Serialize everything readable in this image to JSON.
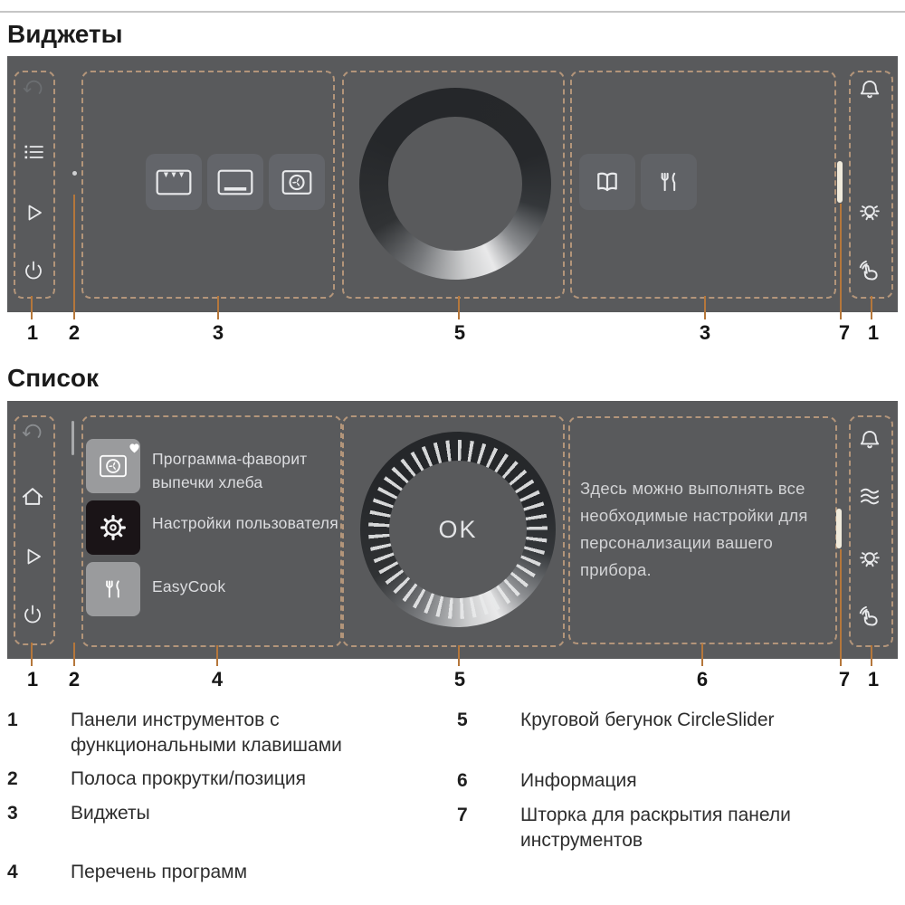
{
  "colors": {
    "panel_bg": "#595a5c",
    "dashed_border": "#b3957a",
    "leader_line": "#b5773b",
    "widget_button_bg": "#63656a",
    "program_button_light": "#9a9b9d",
    "program_button_dark": "#1a1417",
    "shutter_bar": "#f0ebdc",
    "title_color": "#1b1b1b"
  },
  "icons": [
    "back-icon",
    "list-icon",
    "play-icon",
    "power-icon",
    "home-icon",
    "bell-icon",
    "steam-icon",
    "light-icon",
    "hand-gesture-icon",
    "oven-top-heat-icon",
    "oven-bottom-heat-icon",
    "fan-icon",
    "book-icon",
    "cutlery-icon",
    "gear-icon",
    "heart-icon"
  ],
  "sections": {
    "widgets": {
      "title": "Виджеты",
      "callouts": [
        "1",
        "2",
        "3",
        "5",
        "3",
        "7",
        "1"
      ]
    },
    "list": {
      "title": "Список",
      "programs": [
        {
          "label": "Программа-фаворит выпечки хлеба"
        },
        {
          "label": "Настройки пользователя"
        },
        {
          "label": "EasyCook"
        }
      ],
      "slider_label": "OK",
      "info_text": "Здесь можно выполнять все необходимые настройки для персонализации вашего прибора.",
      "callouts": [
        "1",
        "2",
        "4",
        "5",
        "6",
        "7",
        "1"
      ]
    }
  },
  "legend": {
    "items_left": [
      {
        "num": "1",
        "text": "Панели инструментов с функциональными клавишами"
      },
      {
        "num": "2",
        "text": "Полоса прокрутки/позиция"
      },
      {
        "num": "3",
        "text": "Виджеты"
      },
      {
        "num": "4",
        "text": "Перечень программ"
      }
    ],
    "items_right": [
      {
        "num": "5",
        "text": "Круговой бегунок CircleSlider"
      },
      {
        "num": "6",
        "text": "Информация"
      },
      {
        "num": "7",
        "text": "Шторка для раскрытия панели инструментов"
      }
    ]
  }
}
